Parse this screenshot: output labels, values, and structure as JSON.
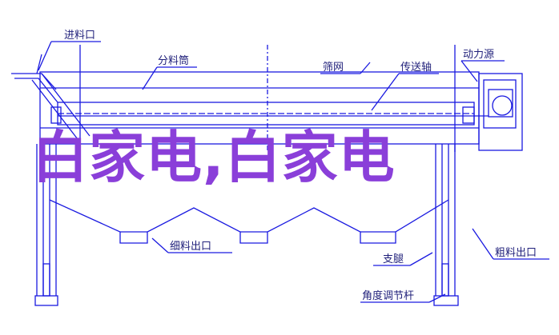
{
  "labels": {
    "inlet": "进料口",
    "screen_cylinder": "分料筒",
    "screen_mesh": "筛网",
    "drive_shaft": "传送轴",
    "power_source": "动力源",
    "fine_outlet": "细料出口",
    "support_leg": "支腿",
    "angle_rod": "角度调节杆",
    "coarse_outlet": "粗料出口"
  },
  "watermark": "白家电,白家电",
  "colors": {
    "line": "#1a1ae0",
    "label": "#1f1f7a",
    "watermark": "#8a3fd9"
  }
}
